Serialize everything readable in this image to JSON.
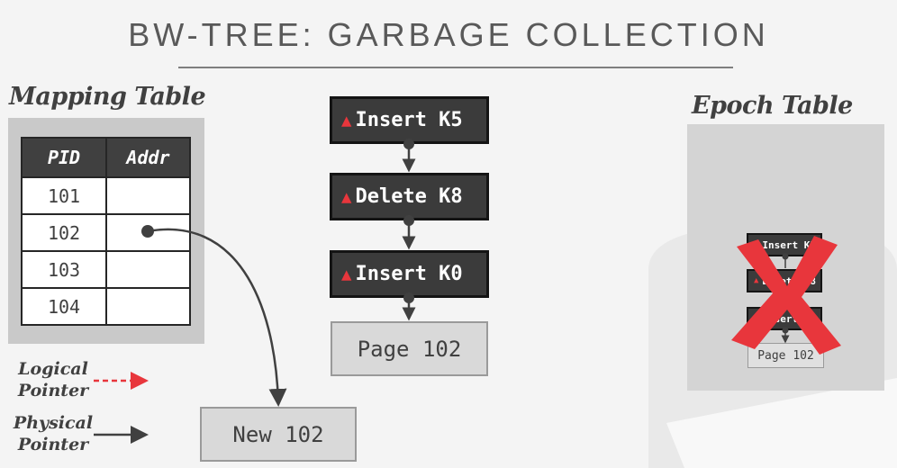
{
  "title": "BW-TREE: GARBAGE COLLECTION",
  "mapping_table": {
    "label": "Mapping Table",
    "headers": [
      "PID",
      "Addr"
    ],
    "rows": [
      "101",
      "102",
      "103",
      "104"
    ]
  },
  "delta_chain": {
    "records": [
      "Insert K5",
      "Delete K8",
      "Insert K0"
    ],
    "base_page": "Page 102"
  },
  "new_page": "New 102",
  "epoch_table": {
    "label": "Epoch Table",
    "mini_records": [
      "Insert K5",
      "Delete K8",
      "Insert K0"
    ],
    "mini_page": "Page 102"
  },
  "legend": {
    "logical": "Logical Pointer",
    "physical": "Physical Pointer",
    "logical_color": "#e8363c",
    "physical_color": "#404040"
  },
  "colors": {
    "delta_bg": "#3b3b3b",
    "accent_red": "#e8363c",
    "page_bg": "#d9d9d9"
  },
  "icons": [
    "triangle-icon",
    "cross-icon"
  ]
}
